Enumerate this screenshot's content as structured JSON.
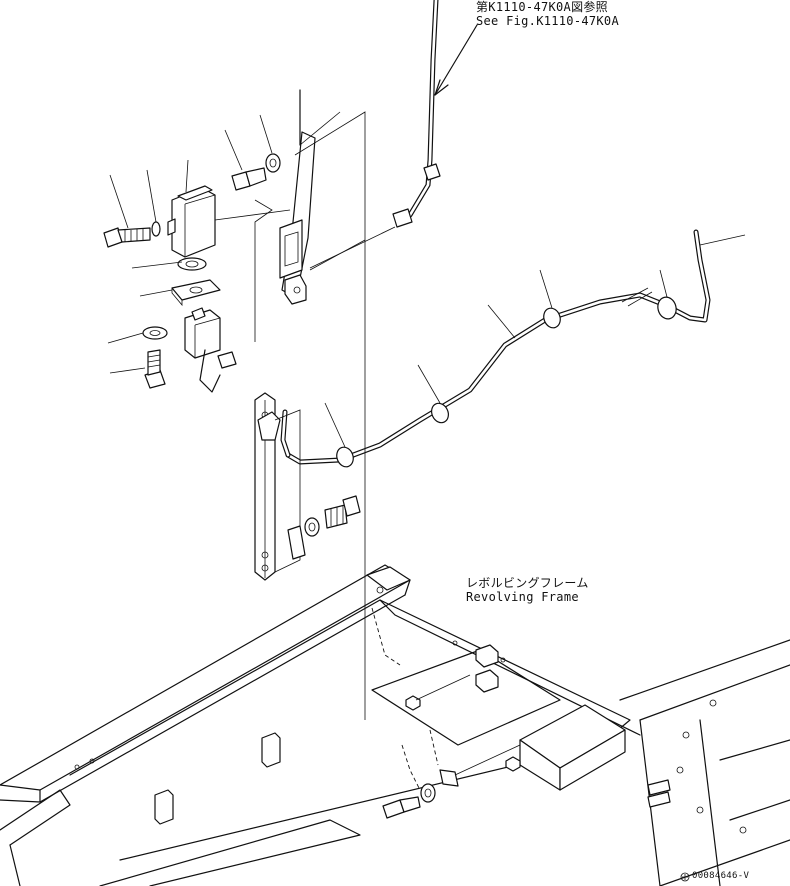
{
  "labels": {
    "ref_jp": "第K1110-47K0A図参照",
    "ref_en": "See Fig.K1110-47K0A",
    "frame_jp": "レボルビングフレーム",
    "frame_en": "Revolving Frame",
    "drawing_no": "00084646-V"
  }
}
